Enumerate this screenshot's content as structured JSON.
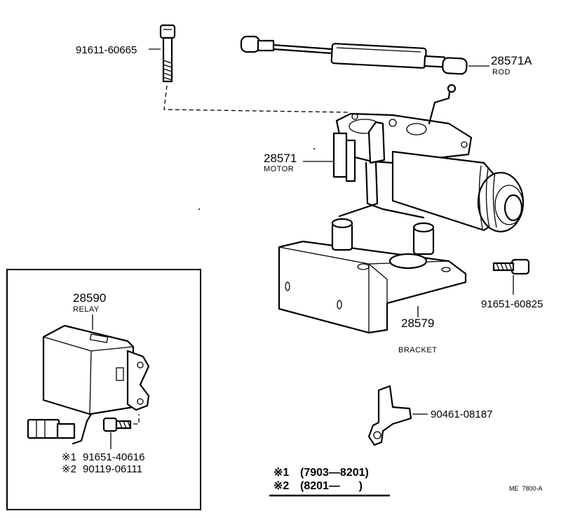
{
  "parts": {
    "bolt_top": {
      "number": "91611-60665"
    },
    "rod": {
      "number": "28571A",
      "name": "ROD"
    },
    "motor": {
      "number": "28571",
      "name": "MOTOR"
    },
    "bracket_bolt": {
      "number": "91651-60825"
    },
    "bracket": {
      "number": "28579",
      "name": "BRACKET"
    },
    "clip": {
      "number": "90461-08187"
    },
    "relay": {
      "number": "28590",
      "name": "RELAY"
    },
    "relay_bolt_1": {
      "mark": "※1",
      "number": "91651-40616"
    },
    "relay_bolt_2": {
      "mark": "※2",
      "number": "90119-06111"
    }
  },
  "legend": {
    "row1": {
      "mark": "※1",
      "range": "(7903—8201)"
    },
    "row2": {
      "mark": "※2",
      "range": "(8201—      )"
    }
  },
  "footer": {
    "code": "ME  7800-A"
  }
}
